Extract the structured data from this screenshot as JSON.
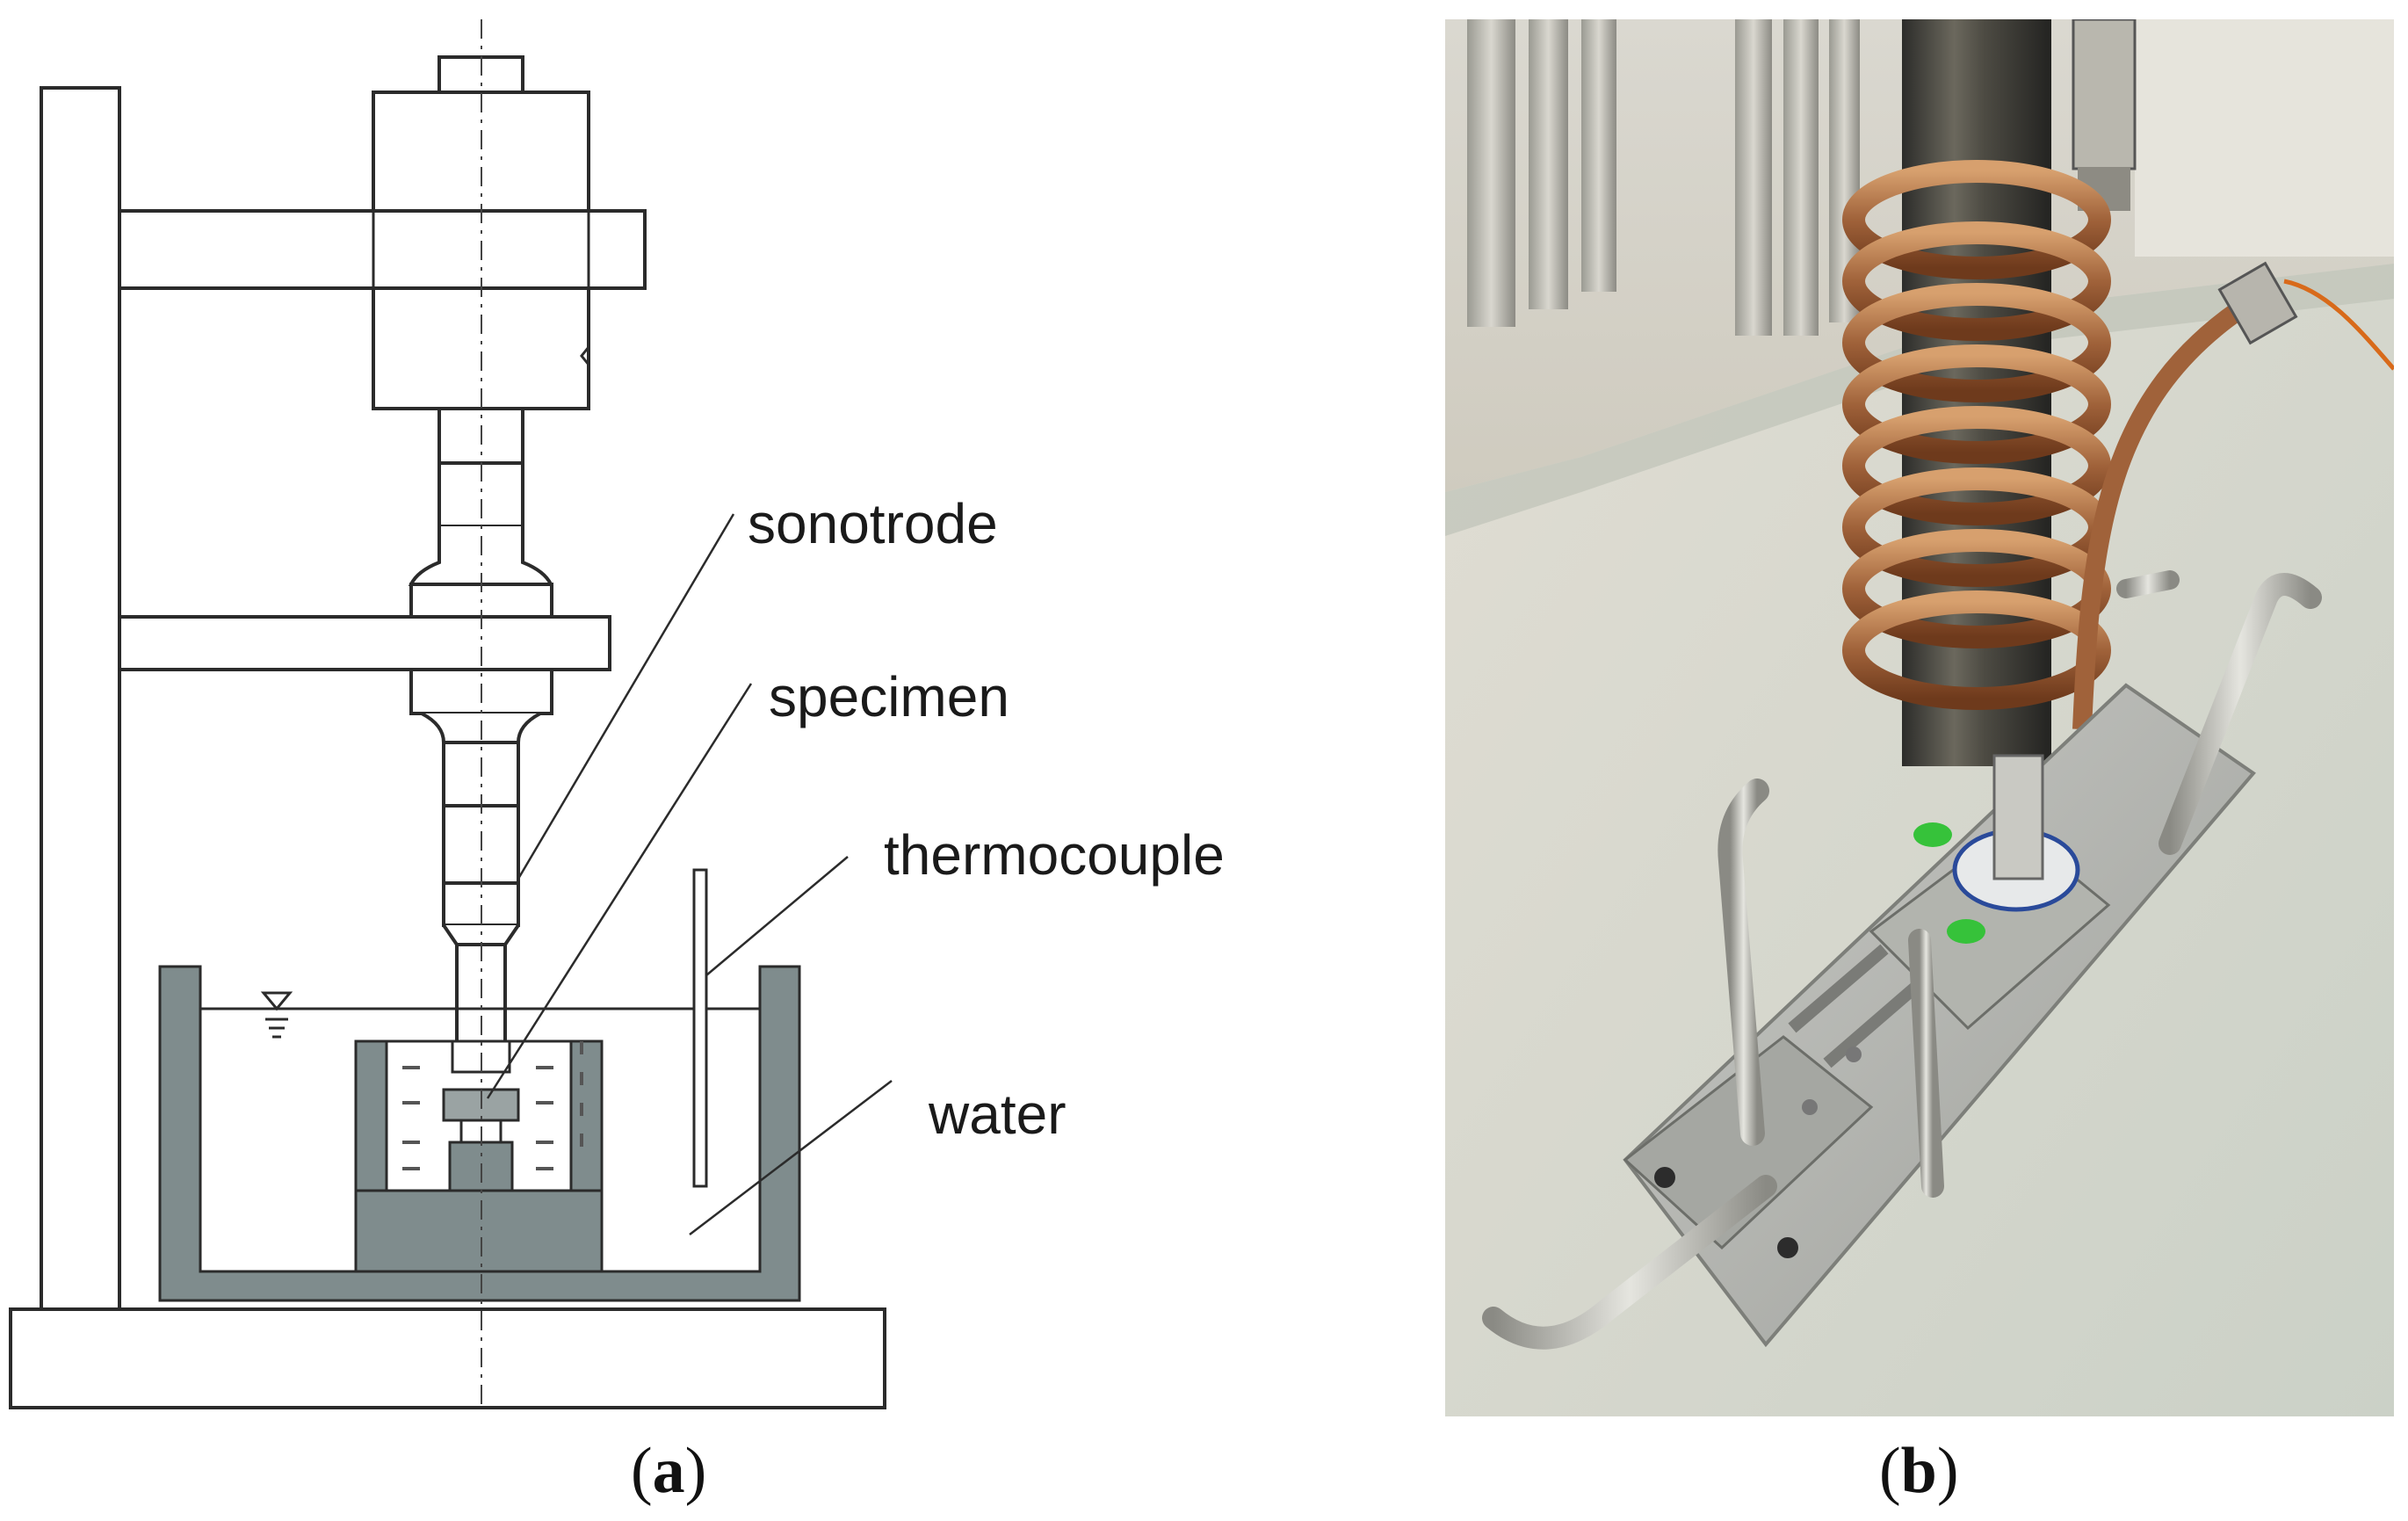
{
  "panel_a": {
    "labels": {
      "sonotrode": "sonotrode",
      "specimen": "specimen",
      "thermocouple": "thermocouple",
      "water": "water"
    },
    "caption": {
      "open": "(",
      "letter": "a",
      "close": ")"
    }
  },
  "panel_b": {
    "caption": {
      "open": "(",
      "letter": "b",
      "close": ")"
    }
  },
  "colors": {
    "line": "#2b2b2b",
    "vessel_gray": "#7f8c8d",
    "water_fill": "#ffffff",
    "copper": "#a0623a"
  }
}
